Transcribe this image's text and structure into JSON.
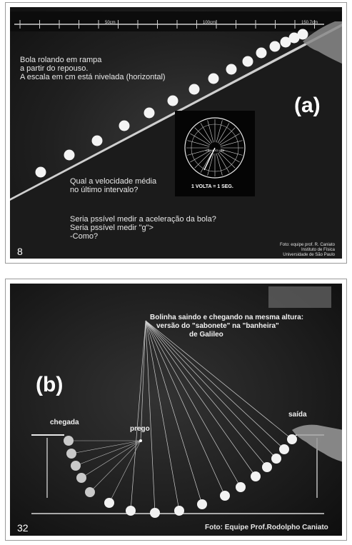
{
  "panel_a": {
    "description_lines": [
      "Bola rolando em rampa",
      "a partir do repouso.",
      "A escala em  cm está nivelada (horizontal)"
    ],
    "panel_label": "(a)",
    "question": [
      "Qual a velocidade média",
      "no último intervalo?"
    ],
    "extra_questions": [
      "Seria pssível medir a aceleração da  bola?",
      "Seria pssível medir \"g\">",
      "-Como?"
    ],
    "slide_number": "8",
    "clock_label": "1 VOLTA = 1 SEG.",
    "clock_center_text": "CANIATO LAB",
    "ruler_labels": [
      "50cm",
      "100cm",
      "150.7cm"
    ],
    "credit_lines": [
      "Foto: equipe prof. R. Caniato",
      "Instituto de Física",
      "Universidade de São Paulo"
    ]
  },
  "panel_b": {
    "panel_label": "(b)",
    "title_lines": [
      "Bolinha saindo e chegando na mesma altura:",
      "versão do \"sabonete\" na \"banheira\"",
      "de   Galileo"
    ],
    "label_chegada": "chegada",
    "label_prego": "prego",
    "label_saida": "saída",
    "slide_number": "32",
    "credit": "Foto: Equipe Prof.Rodolpho Caniato"
  }
}
